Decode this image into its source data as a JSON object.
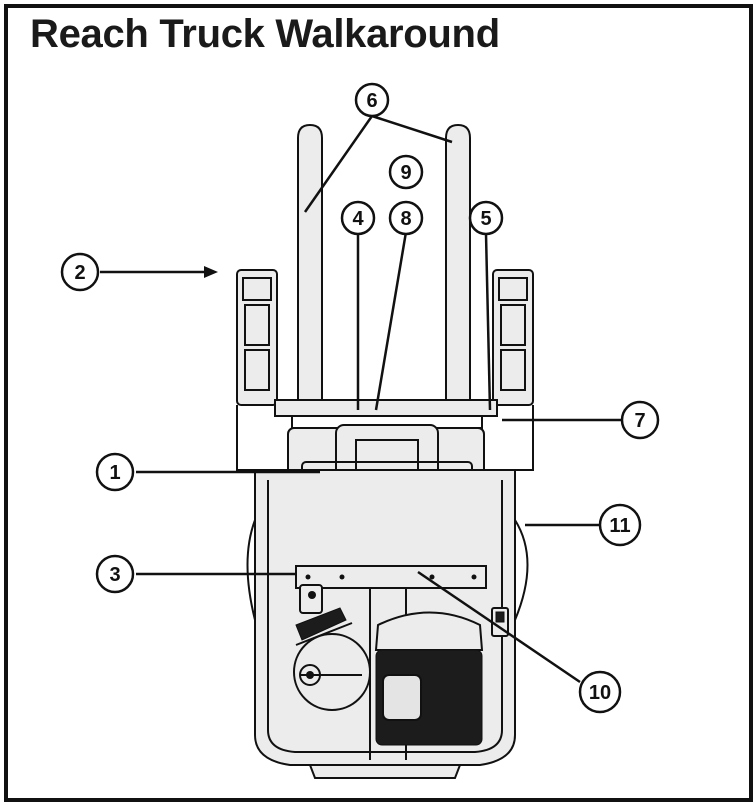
{
  "title": "Reach Truck Walkaround",
  "colors": {
    "border": "#111111",
    "fork": "#e8e8e8",
    "body": "#f2f2f2",
    "dark": "#1c1c1c"
  },
  "callouts": [
    {
      "id": "1",
      "label": "1"
    },
    {
      "id": "2",
      "label": "2"
    },
    {
      "id": "3",
      "label": "3"
    },
    {
      "id": "4",
      "label": "4"
    },
    {
      "id": "5",
      "label": "5"
    },
    {
      "id": "6",
      "label": "6"
    },
    {
      "id": "7",
      "label": "7"
    },
    {
      "id": "8",
      "label": "8"
    },
    {
      "id": "9",
      "label": "9"
    },
    {
      "id": "10",
      "label": "10"
    },
    {
      "id": "11",
      "label": "11"
    }
  ]
}
